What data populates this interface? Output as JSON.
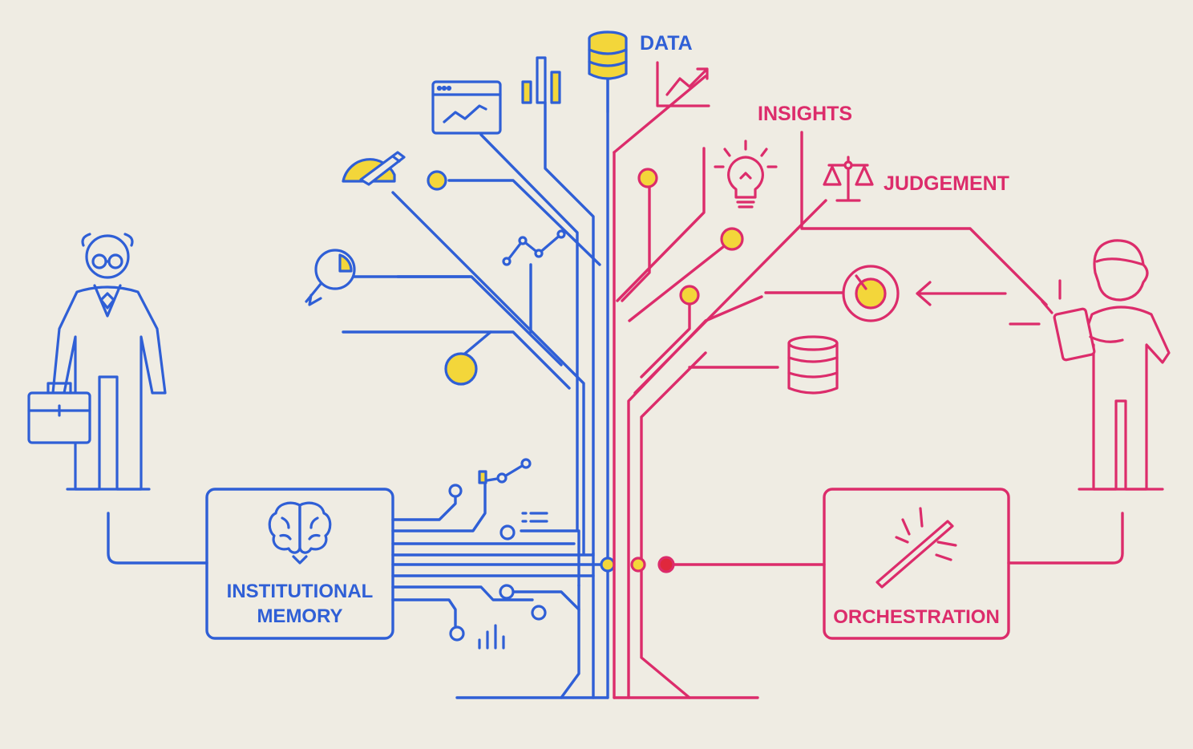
{
  "labels": {
    "data": "DATA",
    "insights": "INSIGHTS",
    "judgement": "JUDGEMENT",
    "institutional_line1": "INSTITUTIONAL",
    "institutional_line2": "MEMORY",
    "orchestration": "ORCHESTRATION"
  },
  "colors": {
    "background": "#efece3",
    "blue": "#2f5fd6",
    "pink": "#dc2c6b",
    "yellow": "#f3d63a",
    "red": "#e0283c"
  },
  "icons": [
    "database-icon",
    "bar-chart-icon",
    "browser-chart-icon",
    "gauge-pencil-icon",
    "magnifier-pie-icon",
    "line-graph-icon",
    "trend-arrow-icon",
    "lightbulb-icon",
    "scales-icon",
    "target-icon",
    "arrow-left-icon",
    "brain-icon",
    "magic-wand-icon",
    "briefcase-icon",
    "elder-person-icon",
    "young-person-icon",
    "tablet-icon",
    "list-icon"
  ]
}
